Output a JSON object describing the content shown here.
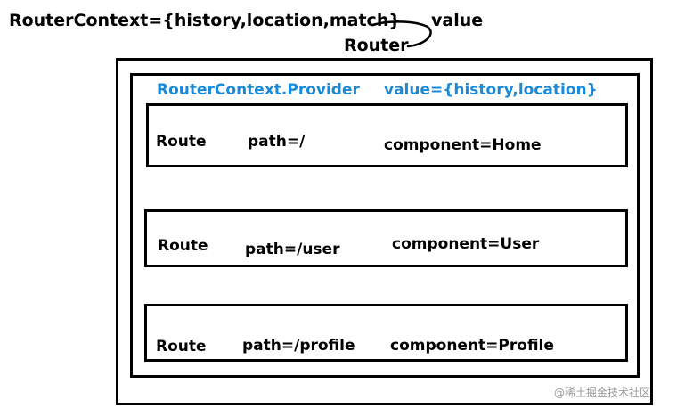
{
  "header": {
    "context_label": "RouterContext={history,location,match}",
    "value_label": "value",
    "router_label": "Router"
  },
  "provider": {
    "label": "RouterContext.Provider",
    "value_label": "value={history,location}"
  },
  "routes": [
    {
      "label": "Route",
      "path": "path=/",
      "component": "component=Home"
    },
    {
      "label": "Route",
      "path": "path=/user",
      "component": "component=User"
    },
    {
      "label": "Route",
      "path": "path=/profile",
      "component": "component=Profile"
    }
  ],
  "watermark": "@稀土掘金技术社区",
  "colors": {
    "provider_text": "#1a8ad8",
    "lines": "#000000"
  }
}
